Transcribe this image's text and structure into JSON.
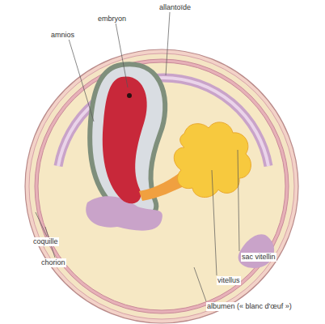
{
  "diagram": {
    "labels": [
      "allantoïde",
      "embryon",
      "amnios",
      "coquille",
      "chorion",
      "sac vitellin",
      "vitellus",
      "albumen (« blanc d'œuf »)"
    ]
  }
}
